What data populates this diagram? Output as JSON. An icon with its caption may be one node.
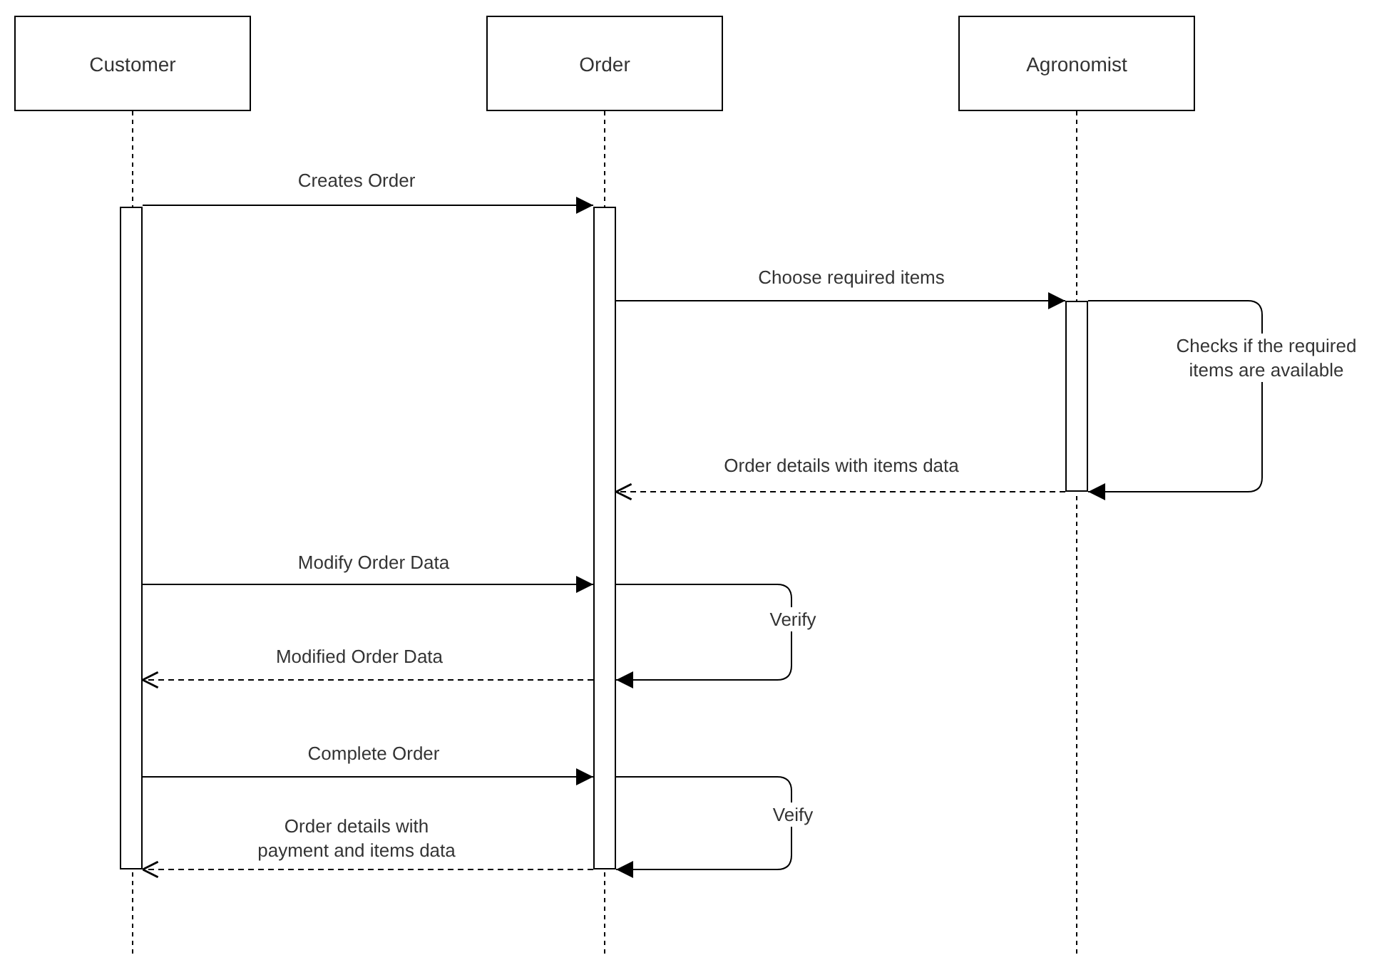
{
  "diagram": {
    "nodes": [
      {
        "text": [
          "Customer"
        ]
      },
      {
        "text": [
          "Order"
        ]
      },
      {
        "text": [
          "Agronomist"
        ]
      },
      {
        "text": [],
        "shape": "bar"
      },
      {
        "text": [],
        "shape": "bar"
      },
      {
        "text": [],
        "shape": "bar"
      }
    ],
    "edges": [
      {
        "from": 3,
        "to": 4,
        "arrow": "to",
        "label": "Creates Order"
      },
      {
        "from": 4,
        "to": 5,
        "arrow": "to",
        "label": "Choose required items"
      },
      {
        "from": 5,
        "to": 5,
        "arrow": "to",
        "label": "Checks if the required items are available"
      },
      {
        "from": 5,
        "to": 4,
        "arrow": "to",
        "label": "Order details with items data",
        "style": "dashed"
      },
      {
        "from": 3,
        "to": 4,
        "arrow": "to",
        "label": "Modify Order Data"
      },
      {
        "from": 4,
        "to": 4,
        "arrow": "to",
        "label": "Verify"
      },
      {
        "from": 4,
        "to": 3,
        "arrow": "to",
        "label": "Modified Order Data",
        "style": "dashed"
      },
      {
        "from": 3,
        "to": 4,
        "arrow": "to",
        "label": "Complete Order"
      },
      {
        "from": 4,
        "to": 4,
        "arrow": "to",
        "label": "Veify"
      },
      {
        "from": 4,
        "to": 3,
        "arrow": "to",
        "label": "Order details with payment and items data",
        "style": "dashed"
      }
    ]
  }
}
